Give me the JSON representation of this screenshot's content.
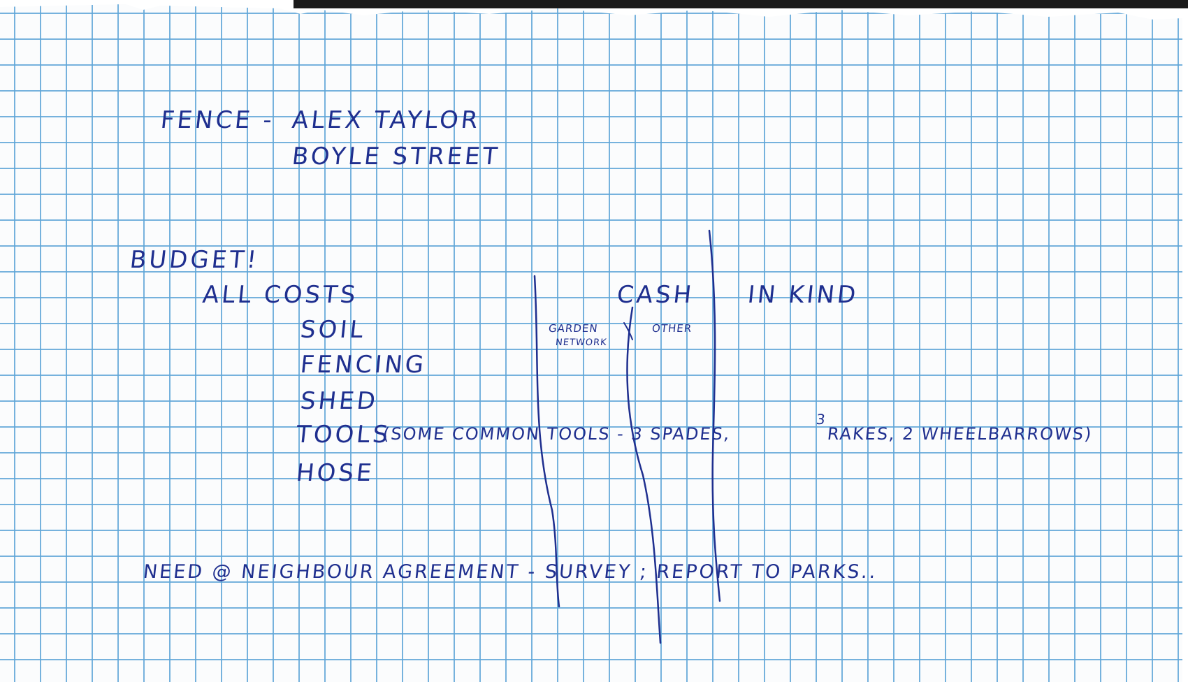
{
  "fence": {
    "label": "FENCE -",
    "contact": "ALEX TAYLOR",
    "location": "BOYLE STREET"
  },
  "budget": {
    "heading": "BUDGET!",
    "all_costs": "ALL COSTS",
    "items": [
      "SOIL",
      "FENCING",
      "SHED"
    ],
    "tools_label": "TOOLS",
    "tools_note_part1": "(SOME COMMON TOOLS - 3 SPADES,",
    "rakes_count": "3",
    "tools_note_part2": "RAKES, 2 WHEELBARROWS)",
    "hose": "HOSE",
    "columns": {
      "cash": "CASH",
      "in_kind": "IN KIND",
      "garden_network_line1": "GARDEN",
      "garden_network_line2": "NETWORK",
      "other": "OTHER"
    }
  },
  "footer_note": "NEED @ NEIGHBOUR AGREEMENT - SURVEY ; REPORT TO PARKS..",
  "colors": {
    "ink": "#1f2f8f",
    "grid": "#5fa5d7",
    "paper": "#fbfcfd"
  }
}
